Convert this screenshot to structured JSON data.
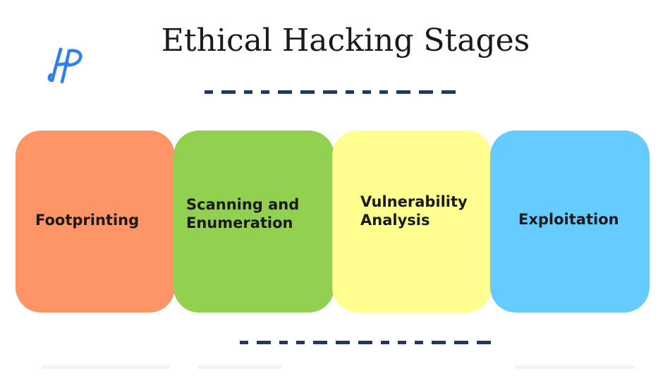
{
  "title": "Ethical Hacking Stages",
  "stages": [
    {
      "label": "Footprinting",
      "color": "#FF9466"
    },
    {
      "label": "Scanning and Enumeration",
      "color": "#92D050"
    },
    {
      "label": "Vulnerability Analysis",
      "color": "#FFFF8F"
    },
    {
      "label": "Exploitation",
      "color": "#66CCFF"
    }
  ],
  "colors": {
    "dash": "#1F3864",
    "logo": "#2F80ED",
    "title_text": "#1a1a1a"
  },
  "logo": {
    "icon": "hp-monogram-icon"
  }
}
